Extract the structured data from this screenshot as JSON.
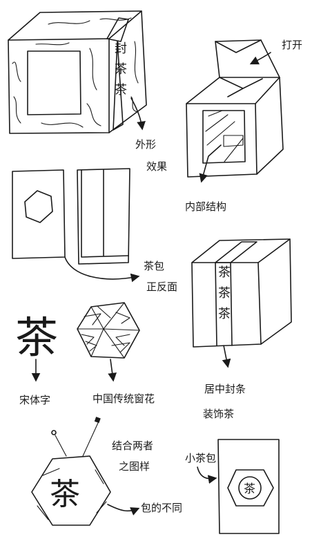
{
  "annotations": {
    "outer_effect": [
      "外形",
      "效果"
    ],
    "open": "打开",
    "inner_structure": "内部结构",
    "tea_bag": [
      "茶包",
      "正反面"
    ],
    "seal_decoration": [
      "居中封条",
      "装饰茶"
    ],
    "songti": "宋体字",
    "window_pattern": "中国传统窗花",
    "combined_pattern": [
      "结合两者",
      "之图样"
    ],
    "tea_small_bag": "小茶包",
    "different": "包的不同"
  },
  "glyphs": {
    "tea": "茶"
  },
  "colors": {
    "ink": "#1a1a1a",
    "paper": "#ffffff"
  }
}
